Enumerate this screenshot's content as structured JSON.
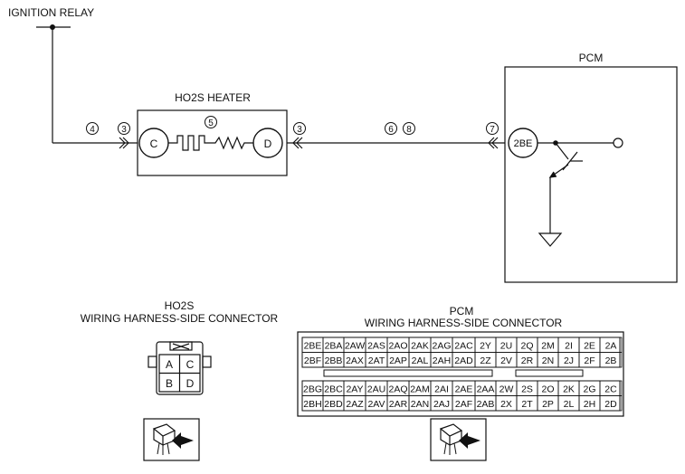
{
  "wiring": {
    "ignition_relay": "IGNITION RELAY",
    "pcm_label": "PCM",
    "heater_label": "HO2S HEATER",
    "terminal_c": "C",
    "terminal_d": "D",
    "terminal_2be": "2BE",
    "circle_nums": {
      "n3": "3",
      "n4": "4",
      "n5": "5",
      "n6": "6",
      "n7": "7",
      "n8": "8"
    }
  },
  "ho2s_connector": {
    "title1": "HO2S",
    "title2": "WIRING HARNESS-SIDE CONNECTOR",
    "pins": [
      "A",
      "C",
      "B",
      "D"
    ]
  },
  "pcm_connector": {
    "title1": "PCM",
    "title2": "WIRING HARNESS-SIDE CONNECTOR",
    "upper_rows": [
      [
        "2BE",
        "2BA",
        "2AW",
        "2AS",
        "2AO",
        "2AK",
        "2AG",
        "2AC",
        "2Y",
        "2U",
        "2Q",
        "2M",
        "2I",
        "2E",
        "2A"
      ],
      [
        "2BF",
        "2BB",
        "2AX",
        "2AT",
        "2AP",
        "2AL",
        "2AH",
        "2AD",
        "2Z",
        "2V",
        "2R",
        "2N",
        "2J",
        "2F",
        "2B"
      ]
    ],
    "lower_rows": [
      [
        "2BG",
        "2BC",
        "2AY",
        "2AU",
        "2AQ",
        "2AM",
        "2AI",
        "2AE",
        "2AA",
        "2W",
        "2S",
        "2O",
        "2K",
        "2G",
        "2C"
      ],
      [
        "2BH",
        "2BD",
        "2AZ",
        "2AV",
        "2AR",
        "2AN",
        "2AJ",
        "2AF",
        "2AB",
        "2X",
        "2T",
        "2P",
        "2L",
        "2H",
        "2D"
      ]
    ]
  }
}
